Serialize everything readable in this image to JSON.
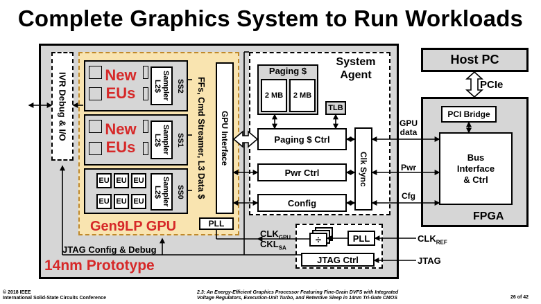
{
  "title": "Complete Graphics System to Run Workloads",
  "chip": {
    "label": "14nm Prototype",
    "ivr": "IVR Debug & I/O",
    "jtag_config": "JTAG Config & Debug"
  },
  "gpu": {
    "label": "Gen9LP GPU",
    "ss2": {
      "new_line1": "New",
      "new_line2": "EUs",
      "sampler": "Sampler L2$",
      "name": "SS2"
    },
    "ss1": {
      "new_line1": "New",
      "new_line2": "EUs",
      "sampler": "Sampler L2$",
      "name": "SS1"
    },
    "ss0": {
      "eu": "EU",
      "sampler": "Sampler L2$",
      "name": "SS0"
    },
    "ffs": "FFs, Cmd Streamer, L3 Data $",
    "interface": "GPU Interface",
    "pll": "PLL"
  },
  "agent": {
    "title_line1": "System",
    "title_line2": "Agent",
    "paging_cache": "Paging $",
    "mb_left": "2 MB",
    "mb_right": "2 MB",
    "tlb": "TLB",
    "paging_ctrl": "Paging $ Ctrl",
    "pwr_ctrl": "Pwr Ctrl",
    "config": "Config",
    "clk_sync": "Clk Sync"
  },
  "clock": {
    "clk_gpu": "CLK",
    "clk_gpu_sub": "GPU",
    "clk_sa": "CKL",
    "clk_sa_sub": "SA",
    "divider": "÷",
    "pll": "PLL",
    "jtag_ctrl": "JTAG Ctrl",
    "clk_ref": "CLK",
    "clk_ref_sub": "REF",
    "jtag": "JTAG"
  },
  "signals": {
    "gpu_data_line1": "GPU",
    "gpu_data_line2": "data",
    "pwr": "Pwr",
    "cfg": "Cfg"
  },
  "fpga": {
    "host": "Host PC",
    "pcie": "PCIe",
    "pci_bridge": "PCI Bridge",
    "bus_line1": "Bus",
    "bus_line2": "Interface",
    "bus_line3": "& Ctrl",
    "label": "FPGA"
  },
  "footer": {
    "copyright": "© 2018 IEEE",
    "conference": "International Solid-State Circuits Conference",
    "paper_line1": "2.3: An Energy-Efficient Graphics Processor Featuring Fine-Grain DVFS with Integrated",
    "paper_line2": "Voltage Regulators, Execution-Unit Turbo, and Retentive Sleep in 14nm Tri-Gate CMOS",
    "page": "26 of 42"
  }
}
